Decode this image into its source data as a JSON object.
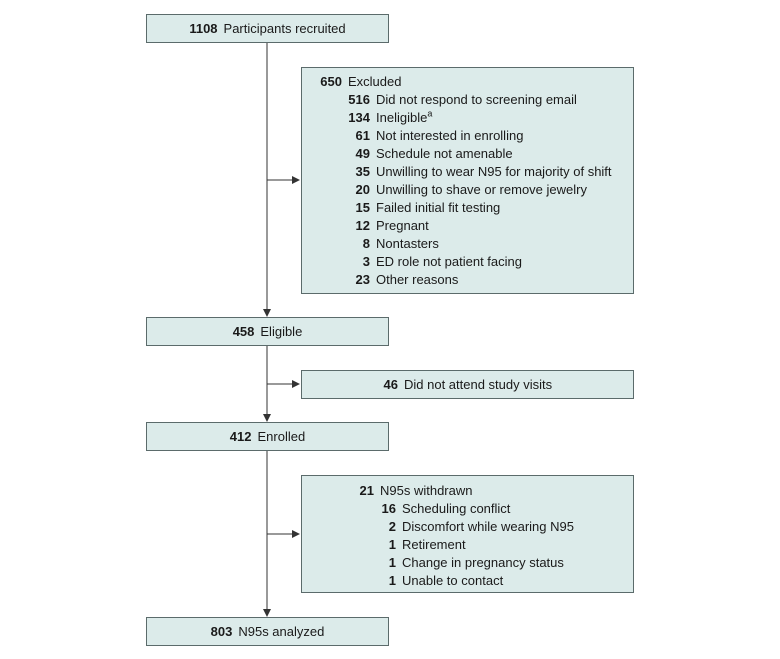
{
  "recruited": {
    "count": "1108",
    "label": "Participants recruited"
  },
  "excluded": {
    "count": "650",
    "label": "Excluded",
    "reasons": [
      {
        "count": "516",
        "label": "Did not respond to screening email"
      },
      {
        "count": "134",
        "label": "Ineligible",
        "sup": "a"
      },
      {
        "count": "61",
        "label": "Not interested in enrolling"
      },
      {
        "count": "49",
        "label": "Schedule not amenable"
      },
      {
        "count": "35",
        "label": "Unwilling to wear N95 for majority of shift"
      },
      {
        "count": "20",
        "label": "Unwilling to shave or remove jewelry"
      },
      {
        "count": "15",
        "label": "Failed initial fit testing"
      },
      {
        "count": "12",
        "label": "Pregnant"
      },
      {
        "count": "8",
        "label": "Nontasters"
      },
      {
        "count": "3",
        "label": "ED role not patient facing"
      },
      {
        "count": "23",
        "label": "Other reasons"
      }
    ]
  },
  "eligible": {
    "count": "458",
    "label": "Eligible"
  },
  "no_attend": {
    "count": "46",
    "label": "Did not attend study visits"
  },
  "enrolled": {
    "count": "412",
    "label": "Enrolled"
  },
  "withdrawn": {
    "count": "21",
    "label": "N95s withdrawn",
    "reasons": [
      {
        "count": "16",
        "label": "Scheduling conflict"
      },
      {
        "count": "2",
        "label": "Discomfort while wearing N95"
      },
      {
        "count": "1",
        "label": "Retirement"
      },
      {
        "count": "1",
        "label": "Change in pregnancy status"
      },
      {
        "count": "1",
        "label": "Unable to contact"
      }
    ]
  },
  "analyzed": {
    "count": "803",
    "label": "N95s analyzed"
  }
}
